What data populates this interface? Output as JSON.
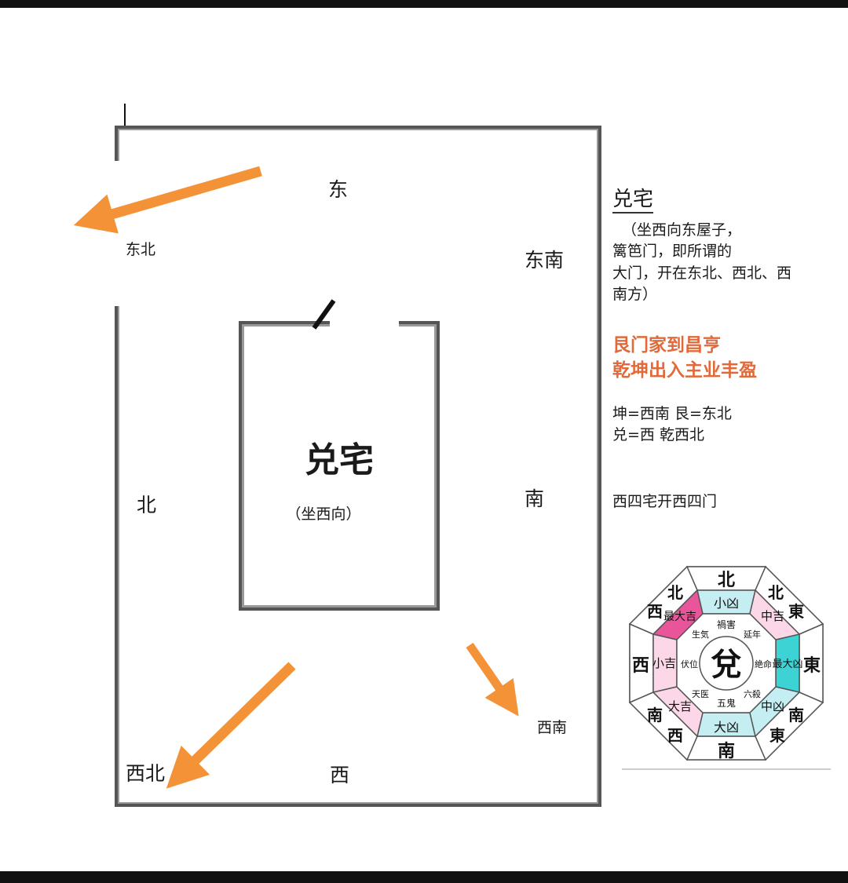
{
  "plot": {
    "dir_east": "东",
    "dir_northeast": "东北",
    "dir_southeast": "东南",
    "dir_north": "北",
    "dir_south": "南",
    "dir_northwest": "西北",
    "dir_west": "西",
    "dir_southwest": "西南"
  },
  "house": {
    "title": "兑宅",
    "subtitle": "（坐西向）"
  },
  "side": {
    "title": "兑宅",
    "desc1": "（坐西向东屋子，",
    "desc2": "篱笆门，即所谓的",
    "desc3": "大门，开在东北、西北、西",
    "desc4": "南方）",
    "poem1": "艮门家到昌亨",
    "poem2": "乾坤出入主业丰盈",
    "note1": "坤=西南  艮=东北",
    "note2": "兑=西  乾西北",
    "note3": "西四宅开西四门"
  },
  "bagua": {
    "center": "兌",
    "top": "北",
    "bottom": "南",
    "left": "西",
    "right": "東",
    "topleft_a": "北",
    "topleft_b": "西",
    "topright_a": "北",
    "topright_b": "東",
    "bottomleft_a": "南",
    "bottomleft_b": "西",
    "bottomright_a": "南",
    "bottomright_b": "東",
    "n_luck": "小凶",
    "ne_luck": "中吉",
    "e_luck": "最大凶",
    "se_luck": "中凶",
    "s_luck": "大凶",
    "sw_luck": "大吉",
    "w_luck": "小吉",
    "nw_luck": "最大吉",
    "n_star": "禍害",
    "ne_star": "延年",
    "e_star": "絶命",
    "se_star": "六殺",
    "s_star": "五鬼",
    "sw_star": "天医",
    "w_star": "伏位",
    "nw_star": "生気"
  },
  "colors": {
    "arrow": "#f39237",
    "pink": "#fbd7e8",
    "pink_strong": "#e8559b",
    "cyan": "#c5eef2",
    "cyan_strong": "#3dd3d5",
    "red_text": "#e06a3a"
  }
}
